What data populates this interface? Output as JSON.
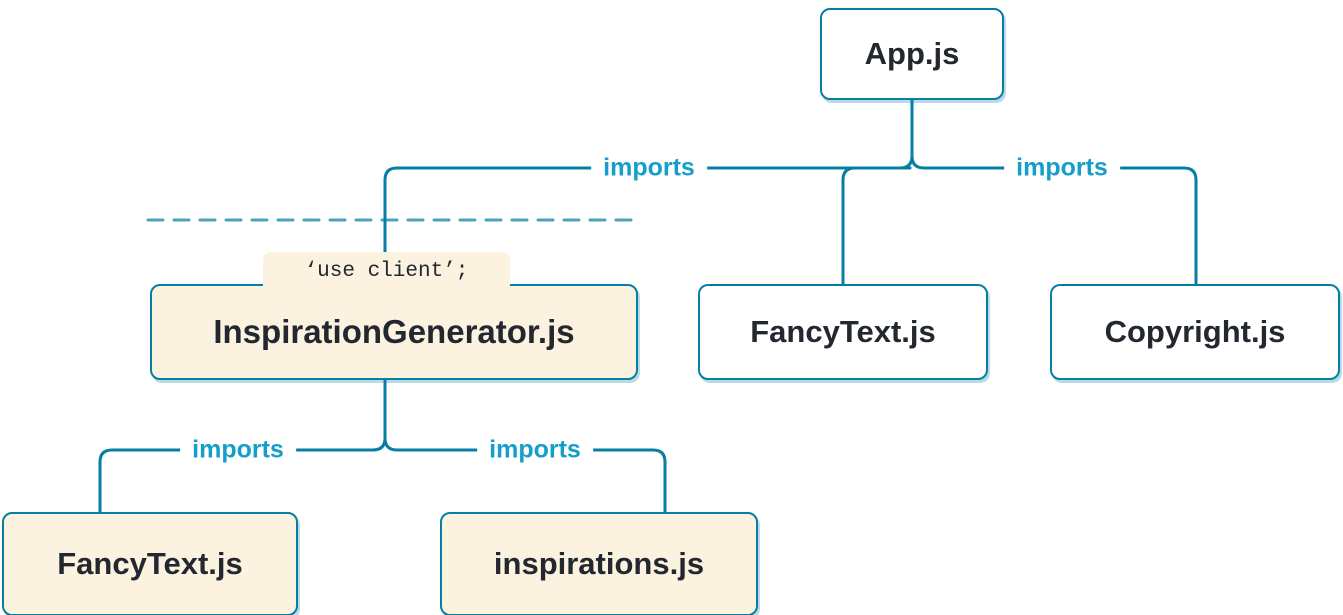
{
  "diagram": {
    "type": "module-dependency-tree",
    "colors": {
      "line": "#077ea4",
      "edge_label": "#149eca",
      "node_text": "#23272f",
      "client_node_bg": "#fbf2e0",
      "server_node_bg": "#ffffff",
      "background": "#ffffff"
    },
    "nodes": {
      "app": {
        "label": "App.js",
        "kind": "server"
      },
      "inspiration_generator": {
        "label": "InspirationGenerator.js",
        "kind": "client",
        "directive": "‘use client’;"
      },
      "fancy_text_top": {
        "label": "FancyText.js",
        "kind": "server"
      },
      "copyright": {
        "label": "Copyright.js",
        "kind": "server"
      },
      "fancy_text_bottom": {
        "label": "FancyText.js",
        "kind": "client"
      },
      "inspirations": {
        "label": "inspirations.js",
        "kind": "client"
      }
    },
    "edges": [
      {
        "from": "App.js",
        "to": "InspirationGenerator.js",
        "label": "imports"
      },
      {
        "from": "App.js",
        "to": "FancyText.js",
        "label": ""
      },
      {
        "from": "App.js",
        "to": "Copyright.js",
        "label": "imports"
      },
      {
        "from": "InspirationGenerator.js",
        "to": "FancyText.js",
        "label": "imports"
      },
      {
        "from": "InspirationGenerator.js",
        "to": "inspirations.js",
        "label": "imports"
      }
    ],
    "boundary": {
      "style": "dashed",
      "meaning": "client-boundary"
    }
  }
}
